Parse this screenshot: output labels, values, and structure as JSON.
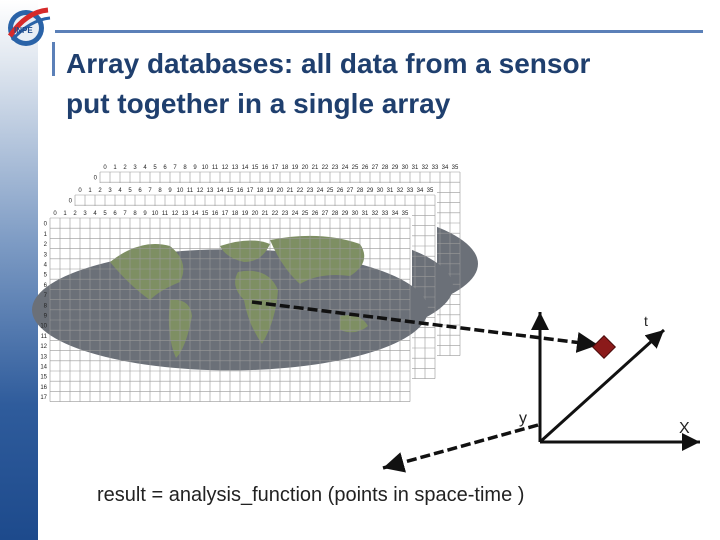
{
  "slide": {
    "title_line1": "Array databases: all data from a sensor",
    "title_line2": "put together in a single array",
    "caption": "result = analysis_function (points in space-time )",
    "logo_text": "INPE"
  },
  "grid": {
    "col_labels": [
      "0",
      "1",
      "2",
      "3",
      "4",
      "5",
      "6",
      "7",
      "8",
      "9",
      "10",
      "11",
      "12",
      "13",
      "14",
      "15",
      "16",
      "17",
      "18",
      "19",
      "20",
      "21",
      "22",
      "23",
      "24",
      "25",
      "26",
      "27",
      "28",
      "29",
      "30",
      "31",
      "32",
      "33",
      "34",
      "35"
    ],
    "row_labels": [
      "0",
      "1",
      "2",
      "3",
      "4",
      "5",
      "6",
      "7",
      "8",
      "9",
      "10",
      "11",
      "12",
      "13",
      "14",
      "15",
      "16",
      "17"
    ],
    "layer_count": 3
  },
  "axes": {
    "t_label": "t",
    "y_label": "y",
    "x_label": "X"
  },
  "colors": {
    "title": "#1f3f6e",
    "accent_rule": "#5b80b8",
    "point": "#8b1a1a",
    "ocean": "#6b7078",
    "land": "#7e8f63"
  }
}
